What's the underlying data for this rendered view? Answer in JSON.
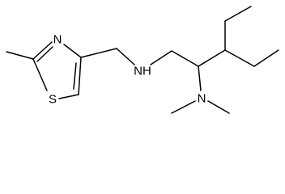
{
  "diagram": {
    "type": "chemical-structure",
    "colors": {
      "bond": "#000000",
      "label": "#000000",
      "background": "#ffffff"
    },
    "atoms": [
      {
        "id": "N_thiazole",
        "label": "N"
      },
      {
        "id": "S_thiazole",
        "label": "S"
      },
      {
        "id": "N_amine",
        "label": "NH"
      },
      {
        "id": "N_dimethylamino",
        "label": "N"
      }
    ]
  }
}
